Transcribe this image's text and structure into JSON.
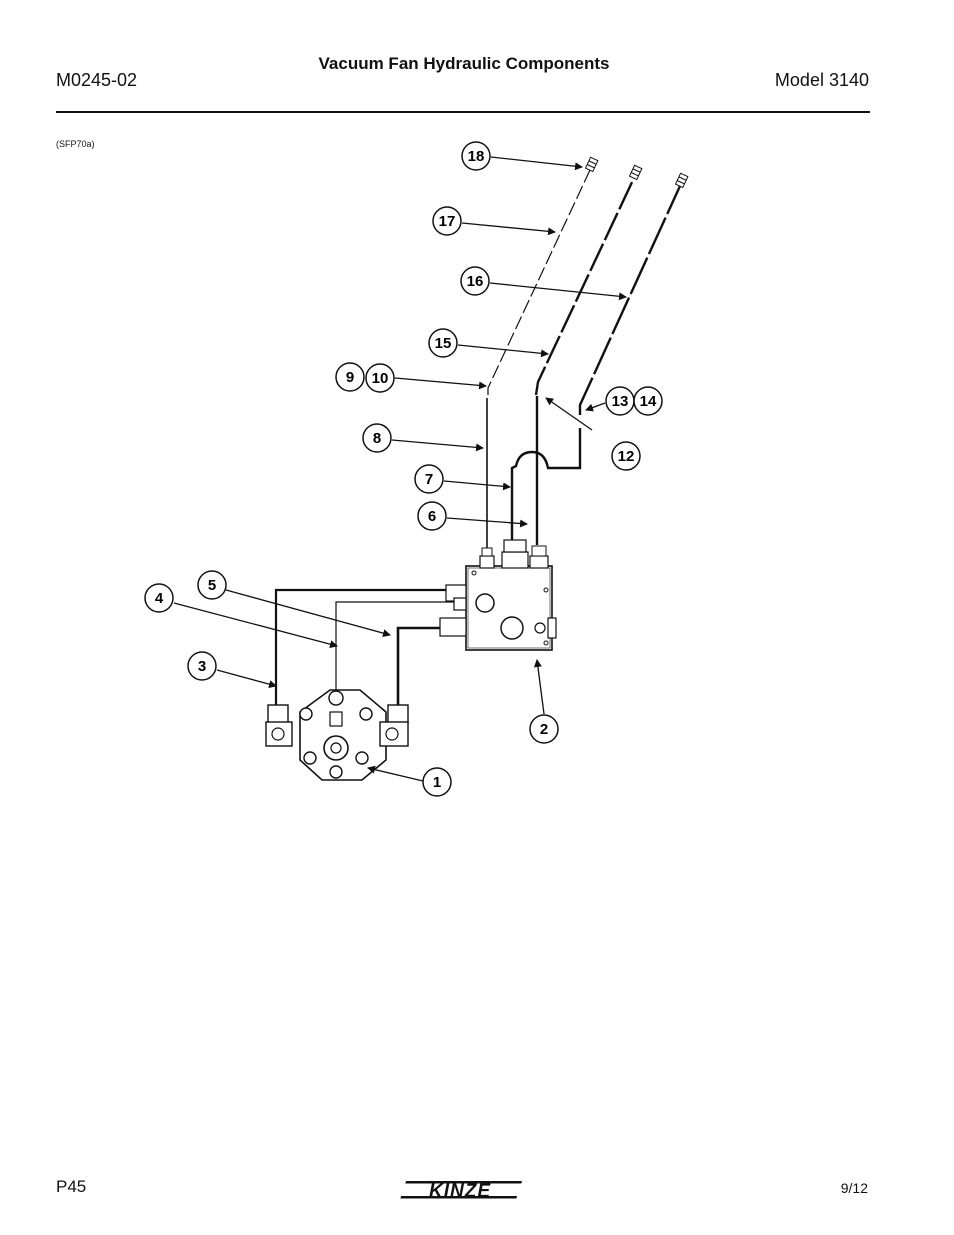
{
  "header": {
    "doc_number": "M0245-02",
    "title": "Vacuum Fan Hydraulic Components",
    "model": "Model 3140"
  },
  "figure": {
    "code": "(SFP70a)",
    "callouts": [
      "1",
      "2",
      "3",
      "4",
      "5",
      "6",
      "7",
      "8",
      "9",
      "10",
      "12",
      "13",
      "14",
      "15",
      "16",
      "17",
      "18"
    ]
  },
  "footer": {
    "page": "P45",
    "brand": "KINZE",
    "date": "9/12"
  }
}
